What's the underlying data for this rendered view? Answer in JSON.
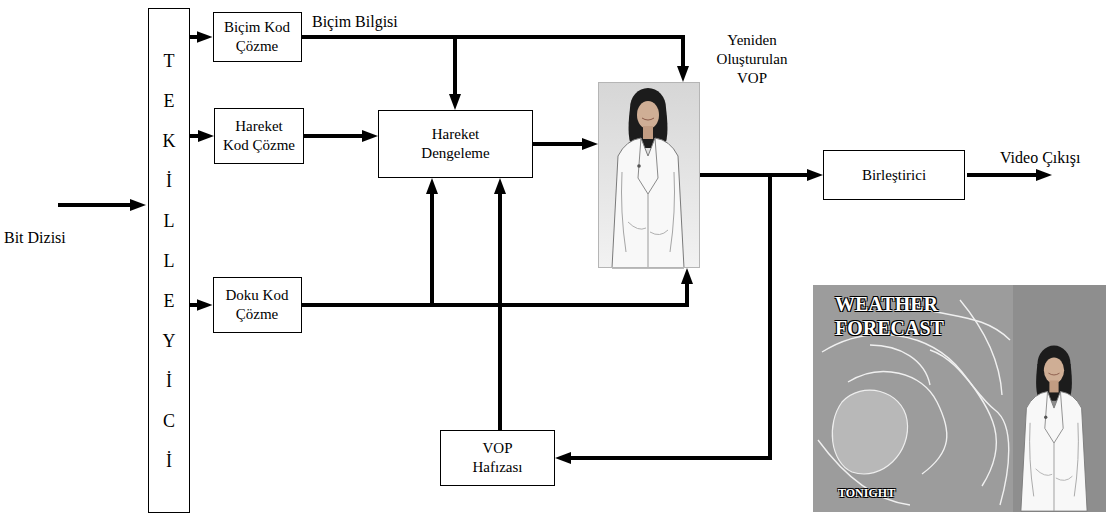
{
  "diagram": {
    "nodes": [
      {
        "text": [
          "TEKİLLEYİCİ"
        ]
      },
      {
        "text": [
          "Biçim Kod Çözme"
        ]
      },
      {
        "text": [
          "Hareket Kod Çözme"
        ]
      },
      {
        "text": [
          "Doku Kod Çözme"
        ]
      },
      {
        "text": [
          "Hareket Dengeleme"
        ]
      },
      {
        "text": [
          "VOP Hafızası"
        ]
      },
      {
        "text": [
          "Yeniden Oluşturulan VOP"
        ]
      },
      {
        "text": [
          "Birleştirici"
        ]
      }
    ],
    "edges": [
      {
        "from": 0,
        "to": 1,
        "arrow": "to"
      },
      {
        "from": 0,
        "to": 2,
        "arrow": "to"
      },
      {
        "from": 0,
        "to": 3,
        "arrow": "to"
      },
      {
        "from": 1,
        "to": 6,
        "label": "Biçim Bilgisi",
        "arrow": "to"
      },
      {
        "from": 1,
        "to": 4,
        "arrow": "to"
      },
      {
        "from": 2,
        "to": 4,
        "arrow": "to"
      },
      {
        "from": 3,
        "to": 4,
        "arrow": "to"
      },
      {
        "from": 3,
        "to": 6,
        "arrow": "to"
      },
      {
        "from": 4,
        "to": 6,
        "arrow": "to"
      },
      {
        "from": 5,
        "to": 4,
        "arrow": "to"
      },
      {
        "from": 6,
        "to": 7,
        "arrow": "to"
      },
      {
        "from": 6,
        "to": 5,
        "arrow": "to"
      }
    ],
    "labels": [
      "Bit Dizisi",
      "Video Çıkışı",
      "WEATHER FORECAST",
      "TONIGHT"
    ]
  }
}
